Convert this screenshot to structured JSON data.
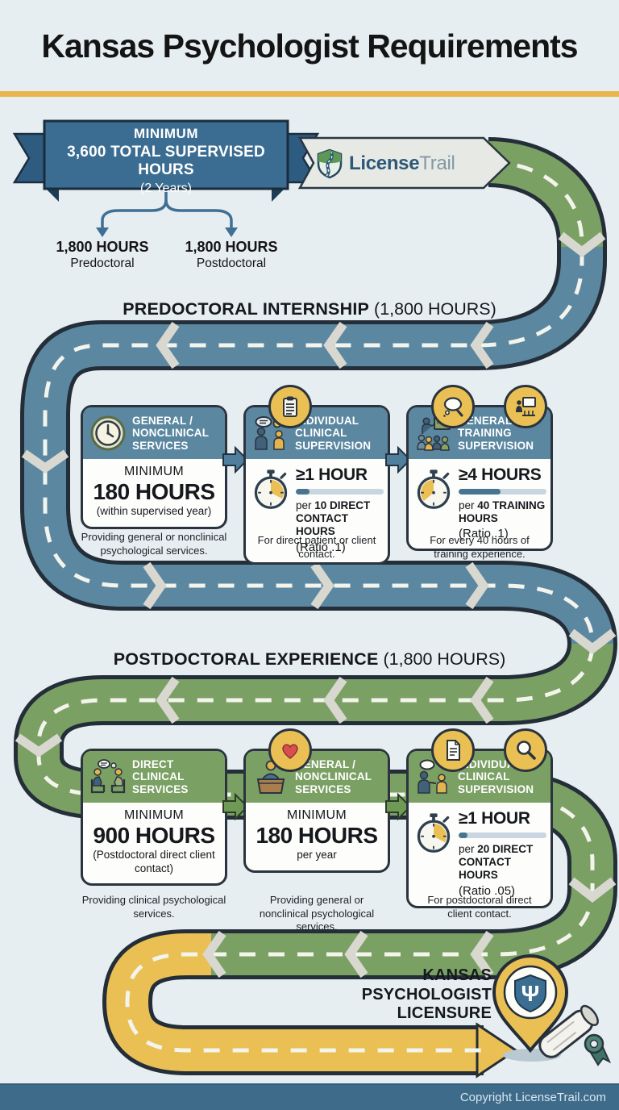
{
  "page": {
    "title": "Kansas Psychologist Requirements"
  },
  "banner": {
    "line1": "MINIMUM",
    "line2": "3,600 TOTAL SUPERVISED HOURS",
    "line3": "(2 Years)"
  },
  "logo": {
    "name_primary": "License",
    "name_secondary": "Trail"
  },
  "split": {
    "left_hours": "1,800 HOURS",
    "left_label": "Predoctoral",
    "right_hours": "1,800 HOURS",
    "right_label": "Postdoctoral"
  },
  "sections": [
    {
      "heading_bold": "PREDOCTORAL INTERNSHIP",
      "heading_paren": "(1,800 HOURS)",
      "cards": [
        {
          "title": "GENERAL / NONCLINICAL SERVICES",
          "min_label": "MINIMUM",
          "value": "180 HOURS",
          "sub": "(within supervised year)",
          "caption": "Providing general or nonclinical psychological services."
        },
        {
          "title": "INDIVIDUAL CLINICAL SUPERVISION",
          "value": "≥1 HOUR",
          "per_prefix": "per",
          "per_bold": "10 DIRECT CONTACT HOURS",
          "ratio": "(Ratio .1)",
          "progress": "16%",
          "caption": "For direct patient or client contact."
        },
        {
          "title": "GENERAL TRAINING SUPERVISION",
          "value": "≥4 HOURS",
          "per_prefix": "per",
          "per_bold": "40 TRAINING HOURS",
          "ratio": "(Ratio .1)",
          "progress": "48%",
          "caption": "For every 40 hours of training experience."
        }
      ]
    },
    {
      "heading_bold": "POSTDOCTORAL EXPERIENCE",
      "heading_paren": "(1,800 HOURS)",
      "cards": [
        {
          "title": "DIRECT CLINICAL SERVICES",
          "min_label": "MINIMUM",
          "value": "900 HOURS",
          "sub": "(Postdoctoral direct client contact)",
          "caption": "Providing clinical psychological services."
        },
        {
          "title": "GENERAL / NONCLINICAL SERVICES",
          "min_label": "MINIMUM",
          "value": "180 HOURS",
          "sub": "per year",
          "caption": "Providing general or nonclinical psychological services."
        },
        {
          "title": "INDIVIDUAL CLINICAL SUPERVISION",
          "value": "≥1 HOUR",
          "per_prefix": "per",
          "per_bold": "20 DIRECT CONTACT HOURS",
          "ratio": "(Ratio .05)",
          "progress": "10%",
          "caption": "For postdoctoral direct client contact."
        }
      ]
    }
  ],
  "finish": {
    "line1": "KANSAS",
    "line2": "PSYCHOLOGIST",
    "line3": "LICENSURE",
    "pin_symbol": "Ψ"
  },
  "footer": {
    "copyright": "Copyright LicenseTrail.com"
  },
  "colors": {
    "road_blue": "#5b87a1",
    "road_green": "#7ba064",
    "road_yellow": "#eac054",
    "card_header_blue": "#5b87a1",
    "card_header_green": "#7ba064",
    "badge_yellow": "#eac054",
    "divider_gold": "#e9b64d",
    "footer_bar": "#3e6b8a",
    "ribbon_blue": "#3b6d92"
  }
}
